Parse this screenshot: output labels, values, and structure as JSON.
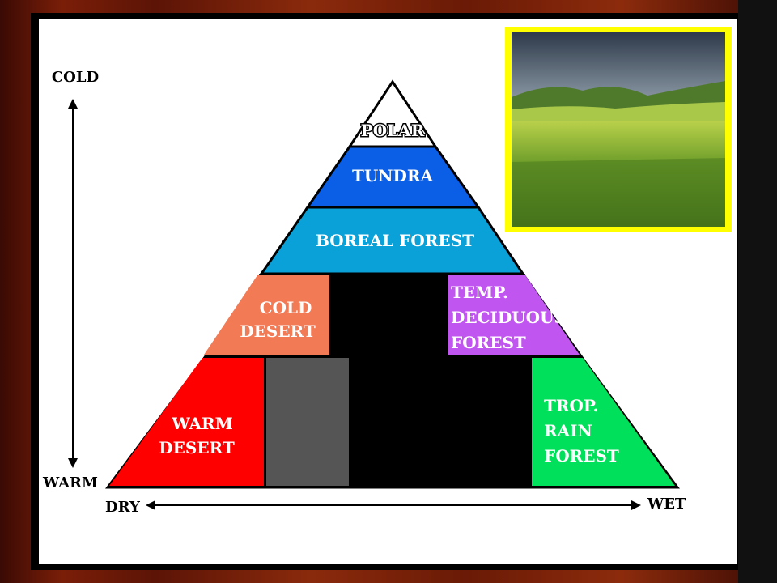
{
  "axes": {
    "top": "COLD",
    "bottom": "WARM",
    "left": "DRY",
    "right": "WET"
  },
  "biomes": {
    "polar": "POLAR",
    "tundra": "TUNDRA",
    "boreal": "BOREAL FOREST",
    "cold_desert": [
      "COLD",
      "DESERT"
    ],
    "temp_deciduous": [
      "TEMP.",
      "DECIDUOUS",
      "FOREST"
    ],
    "warm_desert": [
      "WARM",
      "DESERT"
    ],
    "trop_rain": [
      "TROP.",
      "RAIN",
      "FOREST"
    ]
  },
  "colors": {
    "tundra": "#0a5fe6",
    "boreal": "#0aa0d8",
    "cold_desert": "#f27a55",
    "temp_deciduous": "#c055f0",
    "warm_desert": "#ff0000",
    "gray_block": "#555555",
    "trop_rain": "#00e05a",
    "photo_border": "#ffff00"
  }
}
